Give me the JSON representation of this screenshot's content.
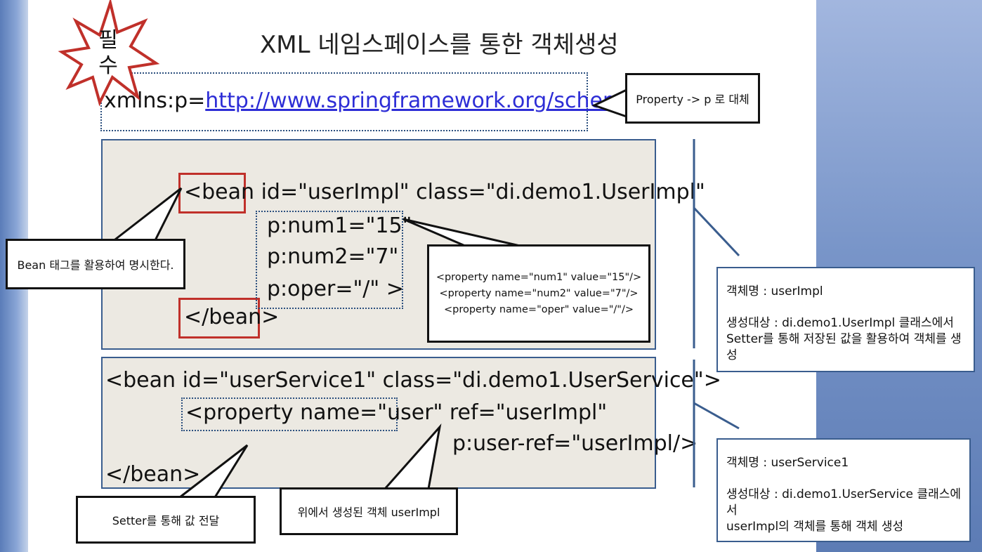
{
  "title": "XML 네임스페이스를 통한 객체생성",
  "badge": {
    "line1": "필",
    "line2": "수"
  },
  "namespace": {
    "prefix": "xmlns:p=",
    "url": "http://www.springframework.org/schema/p"
  },
  "callouts": {
    "property_replace": "Property -> p 로 대체",
    "bean_tag": "Bean 태그를 활용하여 명시한다.",
    "property_lines": [
      "<property name=\"num1\" value=\"15\"/>",
      "<property name=\"num2\" value=\"7\"/>",
      "<property name=\"oper\" value=\"/\"/>"
    ],
    "setter": "Setter를 통해 값 전달",
    "created_obj": "위에서 생성된 객체 userImpl"
  },
  "bean1": {
    "open_tag": "<bean",
    "attrs": " id=\"userImpl\"  class=\"di.demo1.UserImpl\"",
    "p1": "p:num1=\"15\"",
    "p2": "p:num2=\"7\"",
    "p3": "p:oper=\"/\"  >",
    "close": "</bean>"
  },
  "bean2": {
    "line1": "<bean id=\"userService1\"  class=\"di.demo1.UserService\">",
    "prop": "<property name=\"user\"",
    "ref": " ref=\"userImpl\"",
    "pref": "p:user-ref=\"userImpl/>",
    "close": "</bean>"
  },
  "info1": {
    "name": "객체명 : userImpl",
    "target_l1": "생성대상 : di.demo1.UserImpl 클래스에서",
    "target_l2": "Setter를 통해 저장된 값을 활용하여 객체를 생성"
  },
  "info2": {
    "name": "객체명  : userService1",
    "target_l1": "생성대상 : di.demo1.UserService 클래스에서",
    "target_l2": "userImpl의 객체를 통해 객체 생성"
  },
  "colors": {
    "panel_bg": "#ece9e2",
    "panel_border": "#3a5d8e",
    "red_box": "#c0302a",
    "link": "#2d2dd6",
    "star": "#c0302a"
  }
}
